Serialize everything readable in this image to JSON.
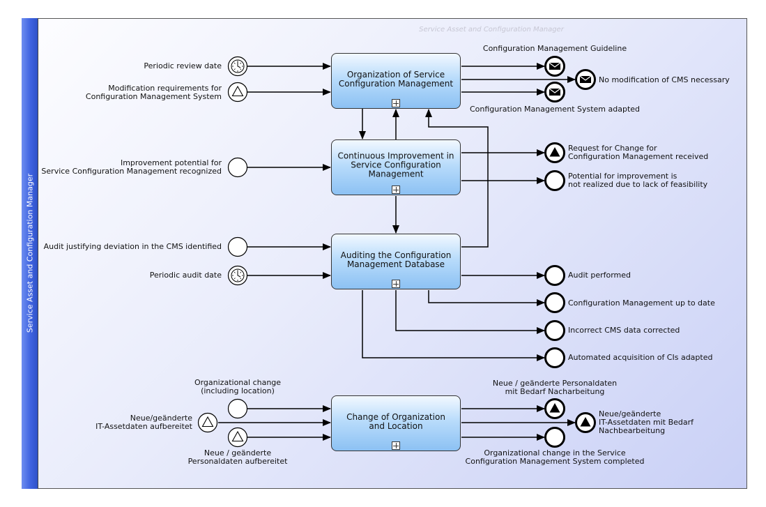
{
  "pool": {
    "lane_label": "Service Asset and Configuration Manager",
    "watermark": "Service Asset and Configuration Manager"
  },
  "tasks": {
    "organization": "Organization of Service Configuration Management",
    "improvement": "Continuous Improvement in Service Configuration Management",
    "auditing": "Auditing the Configuration Management Database",
    "change": "Change of Organization and Location"
  },
  "start_events": {
    "periodic_review": "Periodic review date",
    "modification_req": "Modification requirements for\nConfiguration Management System",
    "improvement_potential": "Improvement potential for\nService Configuration Management recognized",
    "audit_deviation": "Audit justifying deviation in the CMS identified",
    "periodic_audit": "Periodic audit date",
    "org_change": "Organizational change\n(including location)",
    "it_asset": "Neue/geänderte\nIT-Assetdaten aufbereitet",
    "personal": "Neue / geänderte\nPersonaldaten aufbereitet"
  },
  "end_events": {
    "guideline": "Configuration Management Guideline",
    "no_modification": "No modification of CMS necessary",
    "cms_adapted": "Configuration Management System adapted",
    "rfc": "Request for Change for\nConfiguration Management received",
    "not_realized": "Potential for improvement is\nnot realized due to lack of feasibility",
    "audit_performed": "Audit performed",
    "cm_up_to_date": "Configuration Management up to date",
    "incorrect_corrected": "Incorrect CMS data corrected",
    "automated_ci": "Automated acquisition of CIs adapted",
    "personal_nacharbeitung": "Neue / geänderte Personaldaten\nmit Bedarf Nacharbeitung",
    "it_asset_nachbearbeitung": "Neue/geänderte\nIT-Assetdaten mit Bedarf\nNachbearbeitung",
    "org_change_completed": "Organizational change in the Service\nConfiguration Management System completed"
  }
}
